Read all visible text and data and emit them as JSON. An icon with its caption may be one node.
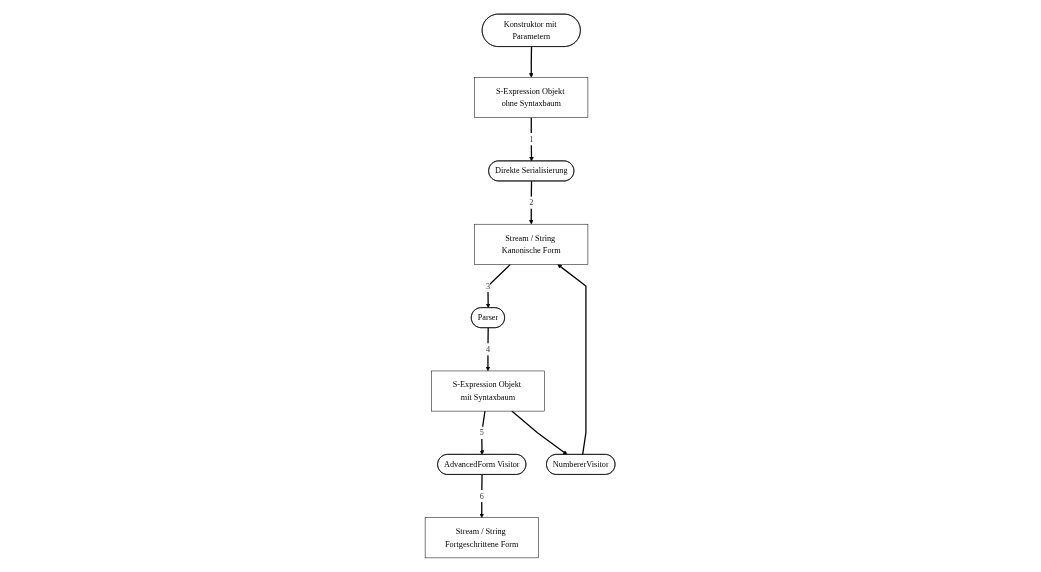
{
  "diagram": {
    "nodes": [
      {
        "text": [
          "Konstruktor mit Parametern"
        ]
      },
      {
        "text": [
          "S-Expression Objekt mit Syntaxbaum"
        ]
      },
      {
        "text": [
          "S-Expression Objekt ohne Syntaxbaum"
        ]
      },
      {
        "text": [
          "AdvancedForm Visitor"
        ]
      },
      {
        "text": [
          "NumbererVisitor"
        ]
      },
      {
        "text": [
          "Parser"
        ]
      },
      {
        "text": [
          "Direkte Serialisierung"
        ]
      },
      {
        "text": [
          "Stream / String Fortgeschrittene Form"
        ]
      },
      {
        "text": [
          "Stream / String Kanonische Form"
        ]
      }
    ],
    "edges": [
      {
        "from": 0,
        "to": 2,
        "arrow": "to"
      },
      {
        "from": 2,
        "to": 6,
        "arrow": "to",
        "label": "1"
      },
      {
        "from": 6,
        "to": 8,
        "arrow": "to",
        "label": "2"
      },
      {
        "from": 8,
        "to": 5,
        "arrow": "to",
        "label": "3"
      },
      {
        "from": 5,
        "to": 1,
        "arrow": "to",
        "label": "4"
      },
      {
        "from": 1,
        "to": 3,
        "arrow": "to",
        "label": "5"
      },
      {
        "from": 3,
        "to": 7,
        "arrow": "to",
        "label": "6"
      },
      {
        "from": 1,
        "to": 4,
        "arrow": "to"
      },
      {
        "from": 4,
        "to": 8,
        "arrow": "to"
      }
    ]
  }
}
